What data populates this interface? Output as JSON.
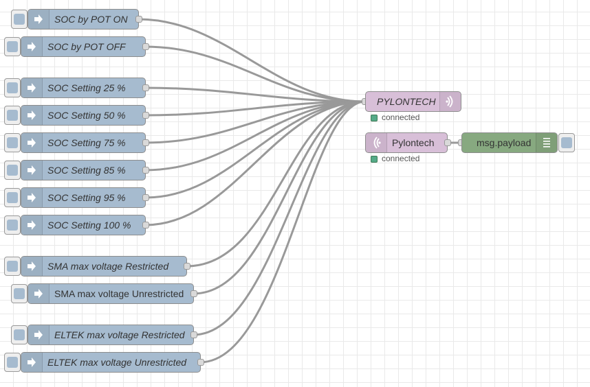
{
  "inject_nodes": [
    {
      "id": "soc-pot-on",
      "label": "SOC by POT ON"
    },
    {
      "id": "soc-pot-off",
      "label": "SOC by POT OFF"
    },
    {
      "id": "soc-25",
      "label": "SOC Setting 25 %"
    },
    {
      "id": "soc-50",
      "label": "SOC Setting 50 %"
    },
    {
      "id": "soc-75",
      "label": "SOC Setting 75 %"
    },
    {
      "id": "soc-85",
      "label": "SOC Setting 85 %"
    },
    {
      "id": "soc-95",
      "label": "SOC Setting 95 %"
    },
    {
      "id": "soc-100",
      "label": "SOC Setting 100 %"
    },
    {
      "id": "sma-restricted",
      "label": "SMA max voltage Restricted"
    },
    {
      "id": "sma-unrestricted",
      "label": "SMA max voltage Unrestricted"
    },
    {
      "id": "eltek-restricted",
      "label": "ELTEK max voltage Restricted"
    },
    {
      "id": "eltek-unrestricted",
      "label": "ELTEK max voltage Unrestricted"
    }
  ],
  "tcp_out": {
    "label": "PYLONTECH",
    "status": "connected",
    "icon": "wifi-icon"
  },
  "tcp_in": {
    "label": "Pylontech",
    "status": "connected",
    "icon": "wifi-icon"
  },
  "debug": {
    "label": "msg.payload",
    "icon": "list-icon"
  },
  "colors": {
    "inject": "#a6bbcf",
    "tcp": "#d8bfd8",
    "debug": "#87a980",
    "wire": "#999999",
    "status_ok": "#55aa88"
  }
}
